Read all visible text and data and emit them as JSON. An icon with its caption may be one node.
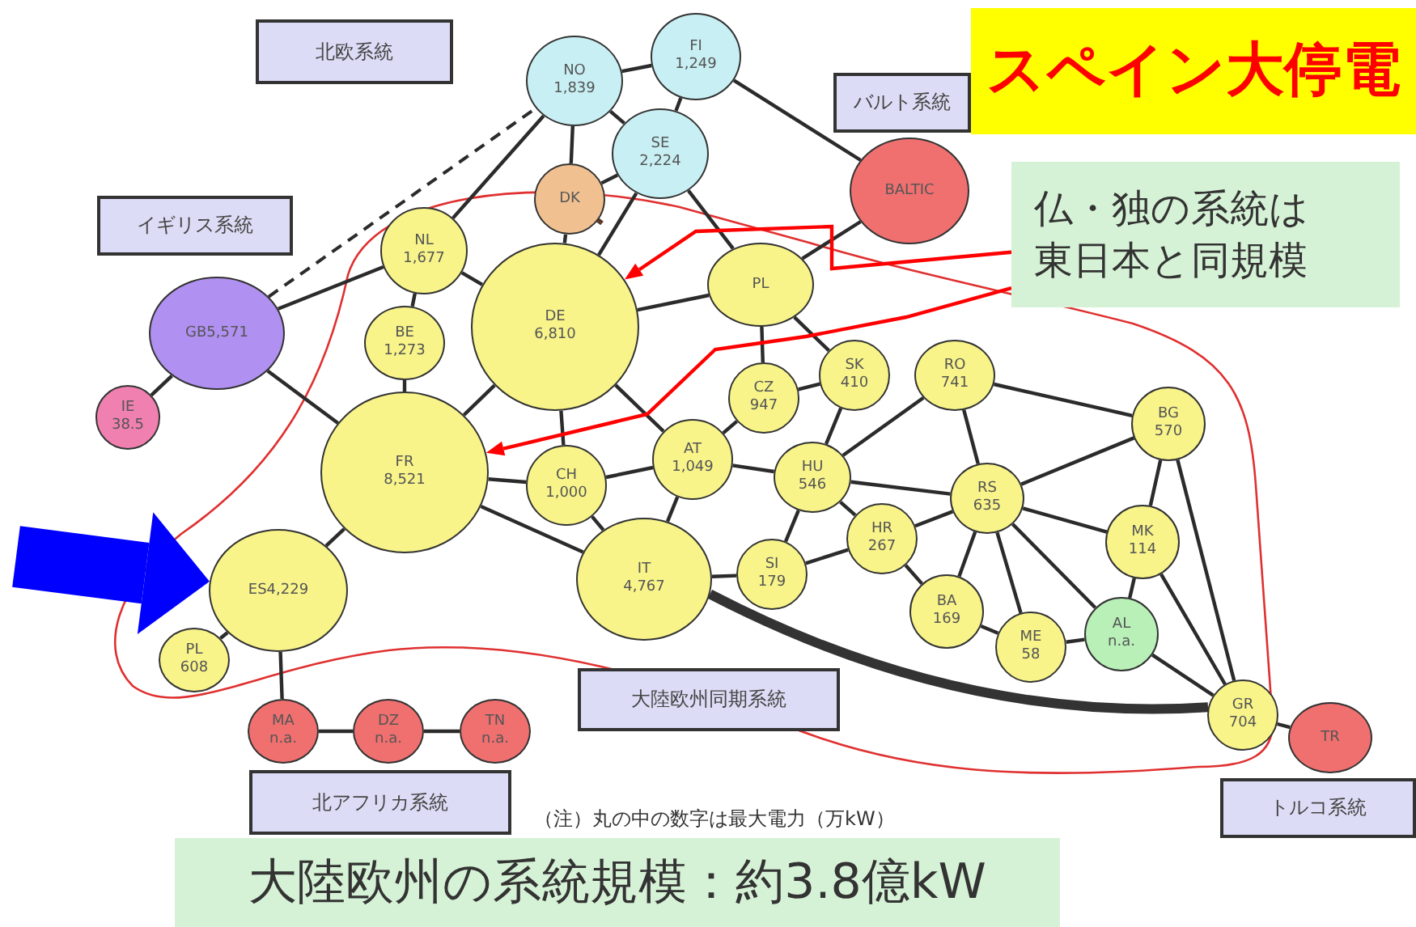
{
  "diagram": {
    "title": "スペイン大停電",
    "caption": "大陸欧州の系統規模：約3.8億kW",
    "nodes": [
      {
        "text": [
          "北欧系統"
        ]
      },
      {
        "text": [
          "NO",
          "1,839"
        ]
      },
      {
        "text": [
          "FI",
          "1,249"
        ]
      },
      {
        "text": [
          "バルト系統"
        ]
      },
      {
        "text": [
          "SE",
          "2,224"
        ]
      },
      {
        "text": [
          "DK"
        ]
      },
      {
        "text": [
          "BALTIC"
        ]
      },
      {
        "text": [
          "仏・独の系統は東日本と同規模"
        ]
      },
      {
        "text": [
          "イギリス系統"
        ]
      },
      {
        "text": [
          "NL",
          "1,677"
        ]
      },
      {
        "text": [
          "PL"
        ]
      },
      {
        "text": [
          "GB5,571"
        ]
      },
      {
        "text": [
          "DE",
          "6,810"
        ]
      },
      {
        "text": [
          "BE",
          "1,273"
        ]
      },
      {
        "text": [
          "SK",
          "410"
        ]
      },
      {
        "text": [
          "CZ",
          "947"
        ]
      },
      {
        "text": [
          "RO",
          "741"
        ]
      },
      {
        "text": [
          "IE",
          "38.5"
        ]
      },
      {
        "text": [
          "BG",
          "570"
        ]
      },
      {
        "text": [
          "FR",
          "8,521"
        ]
      },
      {
        "text": [
          "AT",
          "1,049"
        ]
      },
      {
        "text": [
          "CH",
          "1,000"
        ]
      },
      {
        "text": [
          "HU",
          "546"
        ]
      },
      {
        "text": [
          "RS",
          "635"
        ]
      },
      {
        "text": [
          "HR",
          "267"
        ]
      },
      {
        "text": [
          "MK",
          "114"
        ]
      },
      {
        "text": [
          "ES4,229"
        ]
      },
      {
        "text": [
          "IT",
          "4,767"
        ]
      },
      {
        "text": [
          "SI",
          "179"
        ]
      },
      {
        "text": [
          "BA",
          "169"
        ]
      },
      {
        "text": [
          "AL",
          "n.a."
        ]
      },
      {
        "text": [
          "ME",
          "58"
        ]
      },
      {
        "text": [
          "PL",
          "608"
        ]
      },
      {
        "text": [
          "大陸欧州同期系統"
        ]
      },
      {
        "text": [
          "GR",
          "704"
        ]
      },
      {
        "text": [
          "MA",
          "n.a."
        ]
      },
      {
        "text": [
          "DZ",
          "n.a."
        ]
      },
      {
        "text": [
          "TN",
          "n.a."
        ]
      },
      {
        "text": [
          "TR"
        ]
      },
      {
        "text": [
          "北アフリカ系統"
        ]
      },
      {
        "text": [
          "トルコ系統"
        ]
      }
    ],
    "edges": [
      {
        "from": 1,
        "to": 2,
        "arrow": "none"
      },
      {
        "from": 1,
        "to": 4,
        "arrow": "none"
      },
      {
        "from": 2,
        "to": 4,
        "arrow": "none"
      },
      {
        "from": 1,
        "to": 5,
        "arrow": "none"
      },
      {
        "from": 4,
        "to": 5,
        "arrow": "none"
      },
      {
        "from": 1,
        "to": 9,
        "arrow": "none"
      },
      {
        "from": 4,
        "to": 12,
        "arrow": "none"
      },
      {
        "from": 4,
        "to": 10,
        "arrow": "none"
      },
      {
        "from": 2,
        "to": 6,
        "arrow": "none"
      },
      {
        "from": 6,
        "to": 10,
        "arrow": "none"
      },
      {
        "from": 5,
        "to": 12,
        "arrow": "none"
      },
      {
        "from": 11,
        "to": 1,
        "arrow": "none",
        "style": "dashed"
      },
      {
        "from": 11,
        "to": 9,
        "arrow": "none"
      },
      {
        "from": 11,
        "to": 19,
        "arrow": "none"
      },
      {
        "from": 11,
        "to": 17,
        "arrow": "none"
      },
      {
        "from": 9,
        "to": 13,
        "arrow": "none"
      },
      {
        "from": 9,
        "to": 12,
        "arrow": "none"
      },
      {
        "from": 13,
        "to": 19,
        "arrow": "none"
      },
      {
        "from": 12,
        "to": 19,
        "arrow": "none"
      },
      {
        "from": 12,
        "to": 21,
        "arrow": "none"
      },
      {
        "from": 12,
        "to": 20,
        "arrow": "none"
      },
      {
        "from": 12,
        "to": 10,
        "arrow": "none"
      },
      {
        "from": 10,
        "to": 15,
        "arrow": "none"
      },
      {
        "from": 10,
        "to": 14,
        "arrow": "none"
      },
      {
        "from": 15,
        "to": 14,
        "arrow": "none"
      },
      {
        "from": 15,
        "to": 20,
        "arrow": "none"
      },
      {
        "from": 14,
        "to": 22,
        "arrow": "none"
      },
      {
        "from": 19,
        "to": 21,
        "arrow": "none"
      },
      {
        "from": 19,
        "to": 26,
        "arrow": "none"
      },
      {
        "from": 19,
        "to": 27,
        "arrow": "none"
      },
      {
        "from": 21,
        "to": 20,
        "arrow": "none"
      },
      {
        "from": 21,
        "to": 27,
        "arrow": "none"
      },
      {
        "from": 20,
        "to": 27,
        "arrow": "none"
      },
      {
        "from": 20,
        "to": 22,
        "arrow": "none"
      },
      {
        "from": 22,
        "to": 16,
        "arrow": "none"
      },
      {
        "from": 22,
        "to": 23,
        "arrow": "none"
      },
      {
        "from": 22,
        "to": 24,
        "arrow": "none"
      },
      {
        "from": 22,
        "to": 28,
        "arrow": "none"
      },
      {
        "from": 28,
        "to": 24,
        "arrow": "none"
      },
      {
        "from": 28,
        "to": 27,
        "arrow": "none"
      },
      {
        "from": 24,
        "to": 23,
        "arrow": "none"
      },
      {
        "from": 24,
        "to": 29,
        "arrow": "none"
      },
      {
        "from": 29,
        "to": 23,
        "arrow": "none"
      },
      {
        "from": 29,
        "to": 31,
        "arrow": "none"
      },
      {
        "from": 23,
        "to": 16,
        "arrow": "none"
      },
      {
        "from": 23,
        "to": 18,
        "arrow": "none"
      },
      {
        "from": 23,
        "to": 25,
        "arrow": "none"
      },
      {
        "from": 23,
        "to": 31,
        "arrow": "none"
      },
      {
        "from": 23,
        "to": 30,
        "arrow": "none"
      },
      {
        "from": 16,
        "to": 18,
        "arrow": "none"
      },
      {
        "from": 18,
        "to": 25,
        "arrow": "none"
      },
      {
        "from": 18,
        "to": 34,
        "arrow": "none"
      },
      {
        "from": 25,
        "to": 30,
        "arrow": "none"
      },
      {
        "from": 25,
        "to": 34,
        "arrow": "none"
      },
      {
        "from": 30,
        "to": 34,
        "arrow": "none"
      },
      {
        "from": 30,
        "to": 31,
        "arrow": "none"
      },
      {
        "from": 34,
        "to": 38,
        "arrow": "none"
      },
      {
        "from": 27,
        "to": 34,
        "arrow": "none",
        "style": "thick"
      },
      {
        "from": 26,
        "to": 32,
        "arrow": "none"
      },
      {
        "from": 26,
        "to": 35,
        "arrow": "none"
      },
      {
        "from": 35,
        "to": 36,
        "arrow": "none"
      },
      {
        "from": 36,
        "to": 37,
        "arrow": "none"
      },
      {
        "from": 7,
        "to": 12,
        "arrow": "to",
        "color": "#ff0000"
      },
      {
        "from": 7,
        "to": 19,
        "arrow": "to",
        "color": "#ff0000"
      },
      {
        "from": null,
        "to": 26,
        "arrow": "to",
        "style": "thick",
        "color": "#0000ff"
      }
    ],
    "labels": [
      "（注）丸の中の数字は最大電力（万kW）"
    ]
  }
}
